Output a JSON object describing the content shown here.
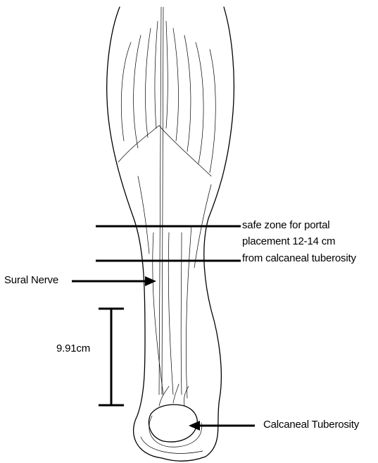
{
  "labels": {
    "safe_zone_line1": "safe zone for portal",
    "safe_zone_line2": "placement 12-14 cm",
    "safe_zone_line3": "from calcaneal tuberosity",
    "sural_nerve": "Sural Nerve",
    "measurement": "9.91cm",
    "calcaneal_tuberosity": "Calcaneal Tuberosity"
  },
  "colors": {
    "ink": "#000000",
    "background": "#ffffff"
  }
}
